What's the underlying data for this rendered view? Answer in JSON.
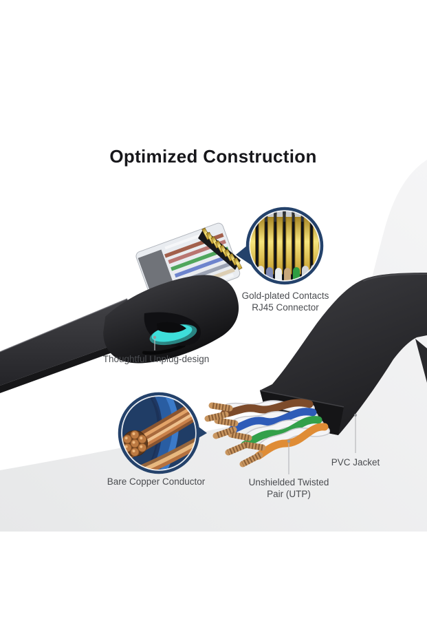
{
  "title": "Optimized Construction",
  "labels": {
    "gold_contacts_line1": "Gold-plated Contacts",
    "gold_contacts_line2": "RJ45 Connector",
    "unplug_design": "Thoughtful Unplug-design",
    "bare_copper": "Bare Copper Conductor",
    "utp_line1": "Unshielded Twisted",
    "utp_line2": "Pair (UTP)",
    "pvc_jacket": "PVC Jacket"
  },
  "colors": {
    "accent-navy": "#24426B",
    "highlight-cyan": "#3FE3DE",
    "gold": "#E9CE58",
    "copper": "#C07A44",
    "pair-brown": "#7D4B2A",
    "pair-blue": "#2E5BB8",
    "pair-green": "#33A04A",
    "pair-orange": "#DF8C35",
    "label-text": "#4A4C50",
    "title-text": "#17171B"
  }
}
